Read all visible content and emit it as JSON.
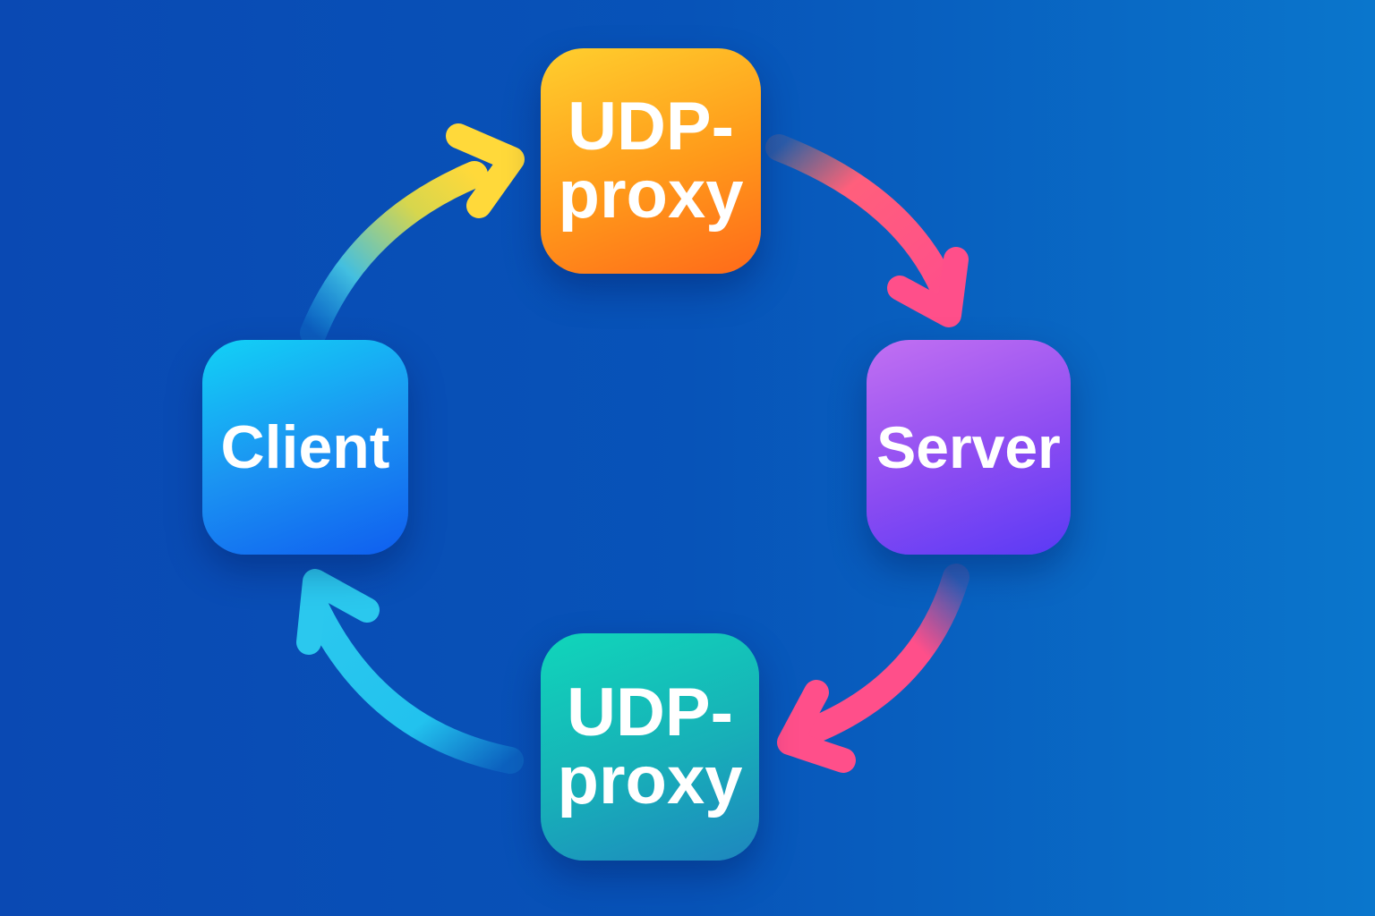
{
  "nodes": {
    "top_proxy": {
      "line1": "UDP-",
      "line2": "proxy"
    },
    "server": {
      "label": "Server"
    },
    "client": {
      "label": "Client"
    },
    "bottom_proxy": {
      "line1": "UDP-",
      "line2": "proxy"
    }
  },
  "flow": [
    "Client",
    "UDP-proxy",
    "Server",
    "UDP-proxy",
    "Client"
  ],
  "colors": {
    "background_start": "#0a49b3",
    "background_end": "#0a76cc",
    "top_proxy": "#ff9a1a",
    "server": "#8c4cf2",
    "client": "#1b94f2",
    "bottom_proxy": "#17b0b8",
    "arrow_client_to_proxy_start": "#1fb7f2",
    "arrow_client_to_proxy_end": "#ffd93a",
    "arrow_proxy_to_server": "#ff4f8a",
    "arrow_server_to_proxy": "#ff4f8a",
    "arrow_proxy_to_client": "#22c2ee"
  },
  "icons": {
    "arrow_head": "chevron-arrow-icon"
  }
}
